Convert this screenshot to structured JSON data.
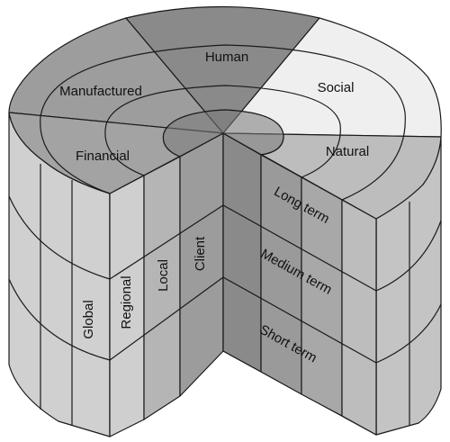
{
  "capitals": {
    "human": "Human",
    "social": "Social",
    "natural": "Natural",
    "financial": "Financial",
    "manufactured": "Manufactured"
  },
  "scales": {
    "global": "Global",
    "regional": "Regional",
    "local": "Local",
    "client": "Client"
  },
  "timeframes": {
    "long": "Long term",
    "medium": "Medium term",
    "short": "Short term"
  },
  "colors": {
    "human": "#8a8a8a",
    "social": "#eeeeee",
    "natural": "#bcbcbc",
    "financial": "#a2a2a2",
    "manufactured": "#9b9b9b",
    "side_light": "#d2d2d2",
    "side_mid": "#bdbdbd",
    "cut_left": "#b5b5b5",
    "cut_right": "#8c8c8c",
    "outline": "#1a1a1a"
  }
}
